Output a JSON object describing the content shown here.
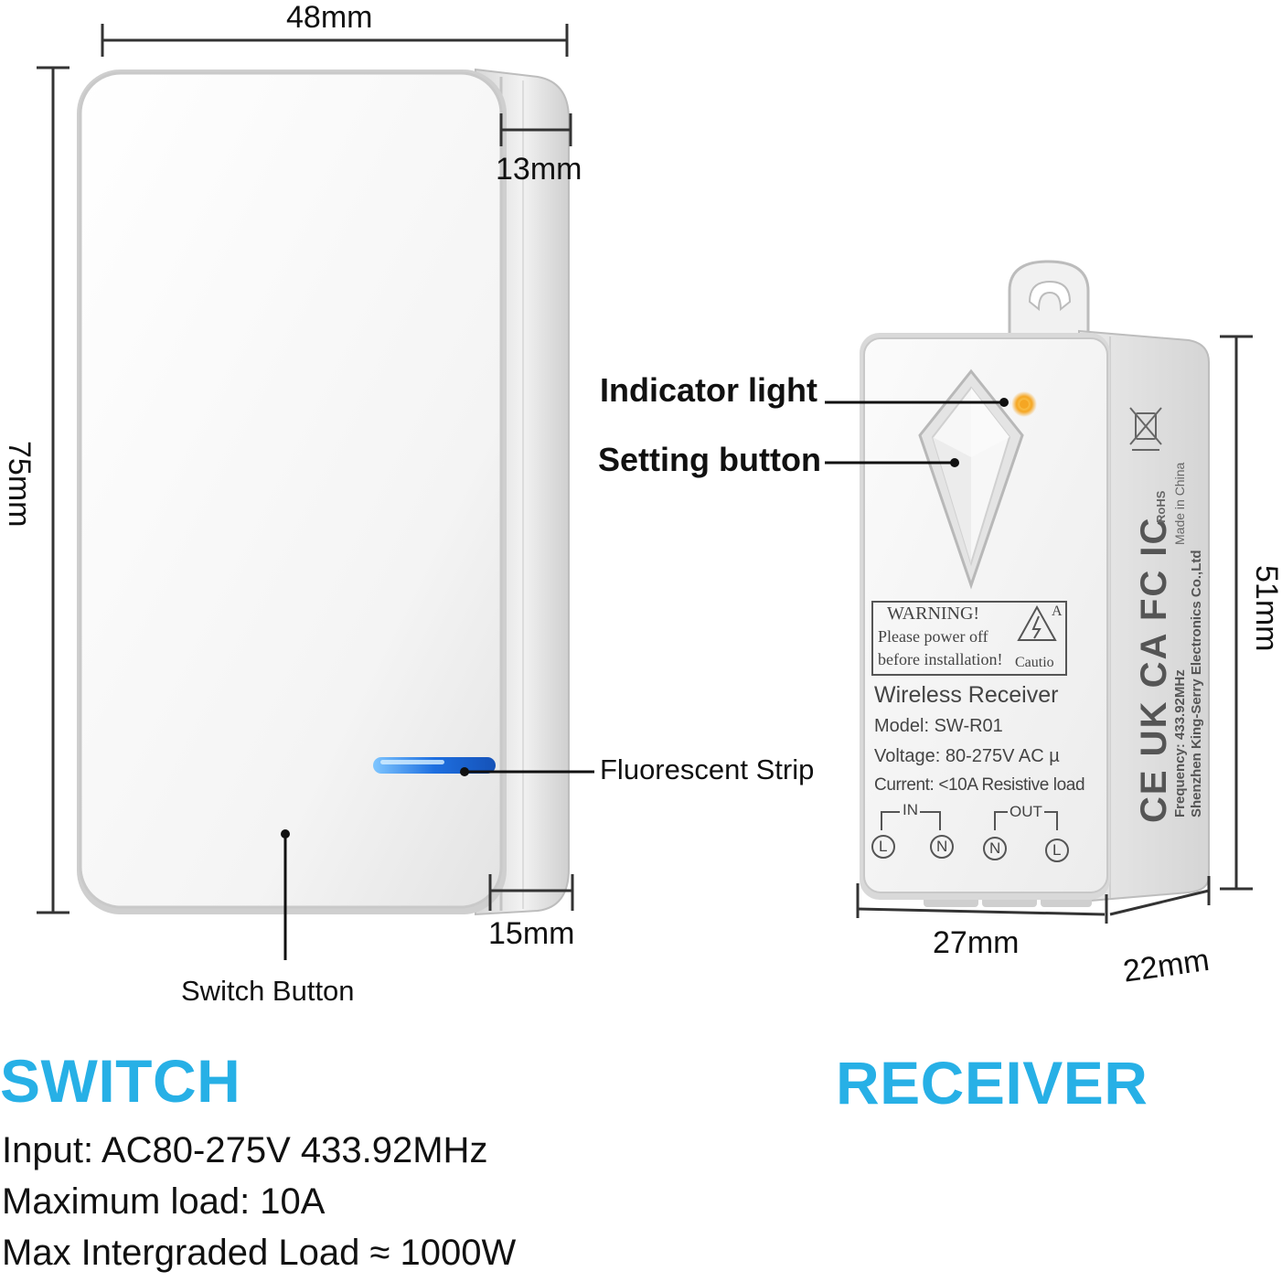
{
  "dimensions": {
    "switch_width": "48mm",
    "switch_height": "75mm",
    "switch_depth_top": "13mm",
    "switch_depth_bottom": "15mm",
    "receiver_width": "27mm",
    "receiver_depth": "22mm",
    "receiver_height": "51mm"
  },
  "callouts": {
    "fluorescent_strip": "Fluorescent Strip",
    "switch_button": "Switch Button",
    "indicator_light": "Indicator light",
    "setting_button": "Setting button"
  },
  "receiver_label": {
    "warning_title": "WARNING!",
    "warning_line1": "Please power off",
    "warning_line2": "before installation!",
    "caution_letter": "A",
    "caution_text": "Cautio",
    "product_name": "Wireless Receiver",
    "model": "Model: SW-R01",
    "voltage": "Voltage: 80-275V AC  µ",
    "current": "Current: <10A Resistive load",
    "in_label": "IN",
    "out_label": "OUT",
    "terminals": [
      "L",
      "N",
      "N",
      "L"
    ]
  },
  "receiver_side": {
    "frequency": "Frequency: 433.92MHz",
    "manufacturer": "Shenzhen King-Serry Electronics Co.,Ltd",
    "made_in": "Made in China",
    "rohs": "RoHS",
    "marks": "CE UK CA FC IC"
  },
  "sections": {
    "switch_title": "SWITCH",
    "receiver_title": "RECEIVER"
  },
  "switch_specs": [
    "Input: AC80-275V 433.92MHz",
    "Maximum load: 10A",
    "Max Intergraded Load ≈ 1000W"
  ],
  "colors": {
    "accent": "#27b0e6",
    "strip": "#1e6fe0",
    "indicator": "#f5a623"
  }
}
